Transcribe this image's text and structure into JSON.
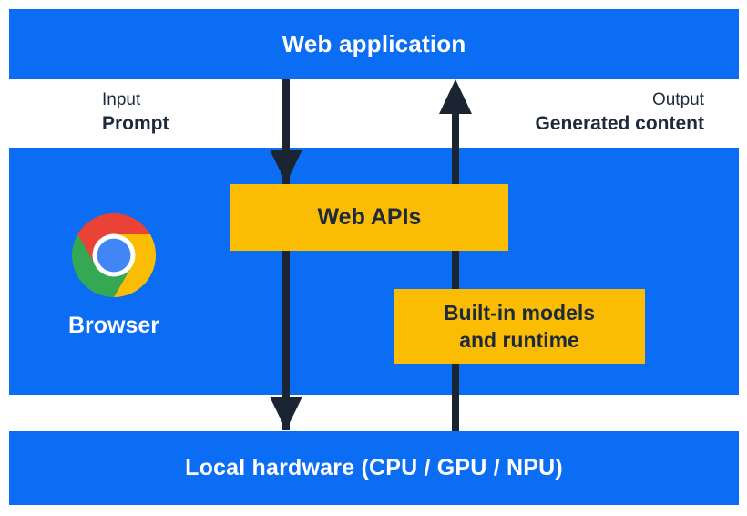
{
  "diagram": {
    "web_application": {
      "label": "Web application"
    },
    "input": {
      "caption": "Input",
      "label": "Prompt"
    },
    "output": {
      "caption": "Output",
      "label": "Generated content"
    },
    "browser": {
      "label": "Browser",
      "logo_icon": "chrome-logo-icon"
    },
    "web_apis": {
      "label": "Web APIs"
    },
    "builtin_models": {
      "lines": [
        "Built-in models",
        "and runtime"
      ]
    },
    "local_hardware": {
      "label": "Local hardware (CPU / GPU / NPU)"
    }
  },
  "colors": {
    "panel_blue": "#0b6cf4",
    "box_yellow": "#fbbc04",
    "arrow_dark": "#1b2531",
    "label_dark": "#1e2a3c",
    "text_white": "#ffffff",
    "chrome_red": "#ea4335",
    "chrome_yellow": "#fbbc04",
    "chrome_green": "#34a853",
    "chrome_blue": "#4285f4"
  }
}
